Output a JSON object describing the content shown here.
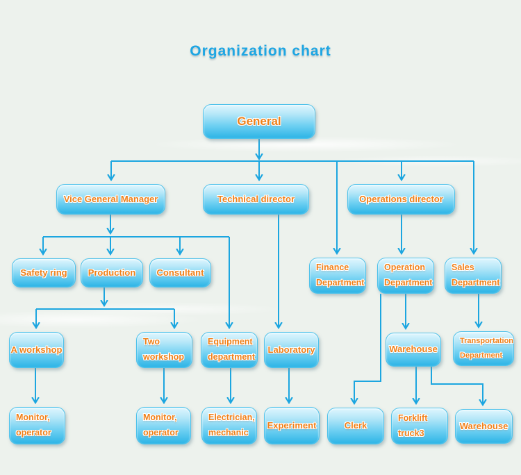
{
  "title": "Organization chart",
  "colors": {
    "title_text": "#1ea6e3",
    "node_text": "#f08019",
    "connector_line": "#1ca6e0",
    "node_gradient_top": "#dff6fe",
    "node_gradient_bottom": "#2cb4e6",
    "background": "#edf2ed"
  },
  "nodes": {
    "general": {
      "label": "General"
    },
    "vice_general_manager": {
      "label": "Vice General Manager"
    },
    "technical_director": {
      "label": "Technical director"
    },
    "operations_director": {
      "label": "Operations director"
    },
    "safety_ring": {
      "label": "Safety ring"
    },
    "production": {
      "label": "Production"
    },
    "consultant": {
      "label": "Consultant"
    },
    "finance_department": {
      "label": "Finance\nDepartment"
    },
    "operation_department": {
      "label": "Operation\nDepartment"
    },
    "sales_department": {
      "label": "Sales\nDepartment"
    },
    "a_workshop": {
      "label": "A workshop"
    },
    "two_workshop": {
      "label": "Two\nworkshop"
    },
    "equipment_department": {
      "label": "Equipment\ndepartment"
    },
    "laboratory": {
      "label": "Laboratory"
    },
    "warehouse_mid": {
      "label": "Warehouse"
    },
    "transportation_department": {
      "label": "Transportation\nDepartment"
    },
    "monitor_operator_1": {
      "label": "Monitor,\noperator"
    },
    "monitor_operator_2": {
      "label": "Monitor,\noperator"
    },
    "electrician_mechanic": {
      "label": "Electrician,\nmechanic"
    },
    "experiment": {
      "label": "Experiment"
    },
    "clerk": {
      "label": "Clerk"
    },
    "forklift_truck3": {
      "label": "Forklift\ntruck3"
    },
    "warehouse_bottom": {
      "label": "Warehouse"
    }
  },
  "edges": [
    {
      "from": "general",
      "to": "vice_general_manager"
    },
    {
      "from": "general",
      "to": "technical_director"
    },
    {
      "from": "general",
      "to": "operations_director"
    },
    {
      "from": "general",
      "to": "finance_department"
    },
    {
      "from": "general",
      "to": "sales_department"
    },
    {
      "from": "vice_general_manager",
      "to": "safety_ring"
    },
    {
      "from": "vice_general_manager",
      "to": "production"
    },
    {
      "from": "vice_general_manager",
      "to": "consultant"
    },
    {
      "from": "vice_general_manager",
      "to": "equipment_department"
    },
    {
      "from": "production",
      "to": "a_workshop"
    },
    {
      "from": "production",
      "to": "two_workshop"
    },
    {
      "from": "technical_director",
      "to": "laboratory"
    },
    {
      "from": "operations_director",
      "to": "operation_department"
    },
    {
      "from": "a_workshop",
      "to": "monitor_operator_1"
    },
    {
      "from": "two_workshop",
      "to": "monitor_operator_2"
    },
    {
      "from": "equipment_department",
      "to": "electrician_mechanic"
    },
    {
      "from": "laboratory",
      "to": "experiment"
    },
    {
      "from": "operation_department",
      "to": "clerk"
    },
    {
      "from": "operation_department",
      "to": "warehouse_mid"
    },
    {
      "from": "sales_department",
      "to": "transportation_department"
    },
    {
      "from": "warehouse_mid",
      "to": "forklift_truck3"
    },
    {
      "from": "warehouse_mid",
      "to": "warehouse_bottom"
    }
  ]
}
